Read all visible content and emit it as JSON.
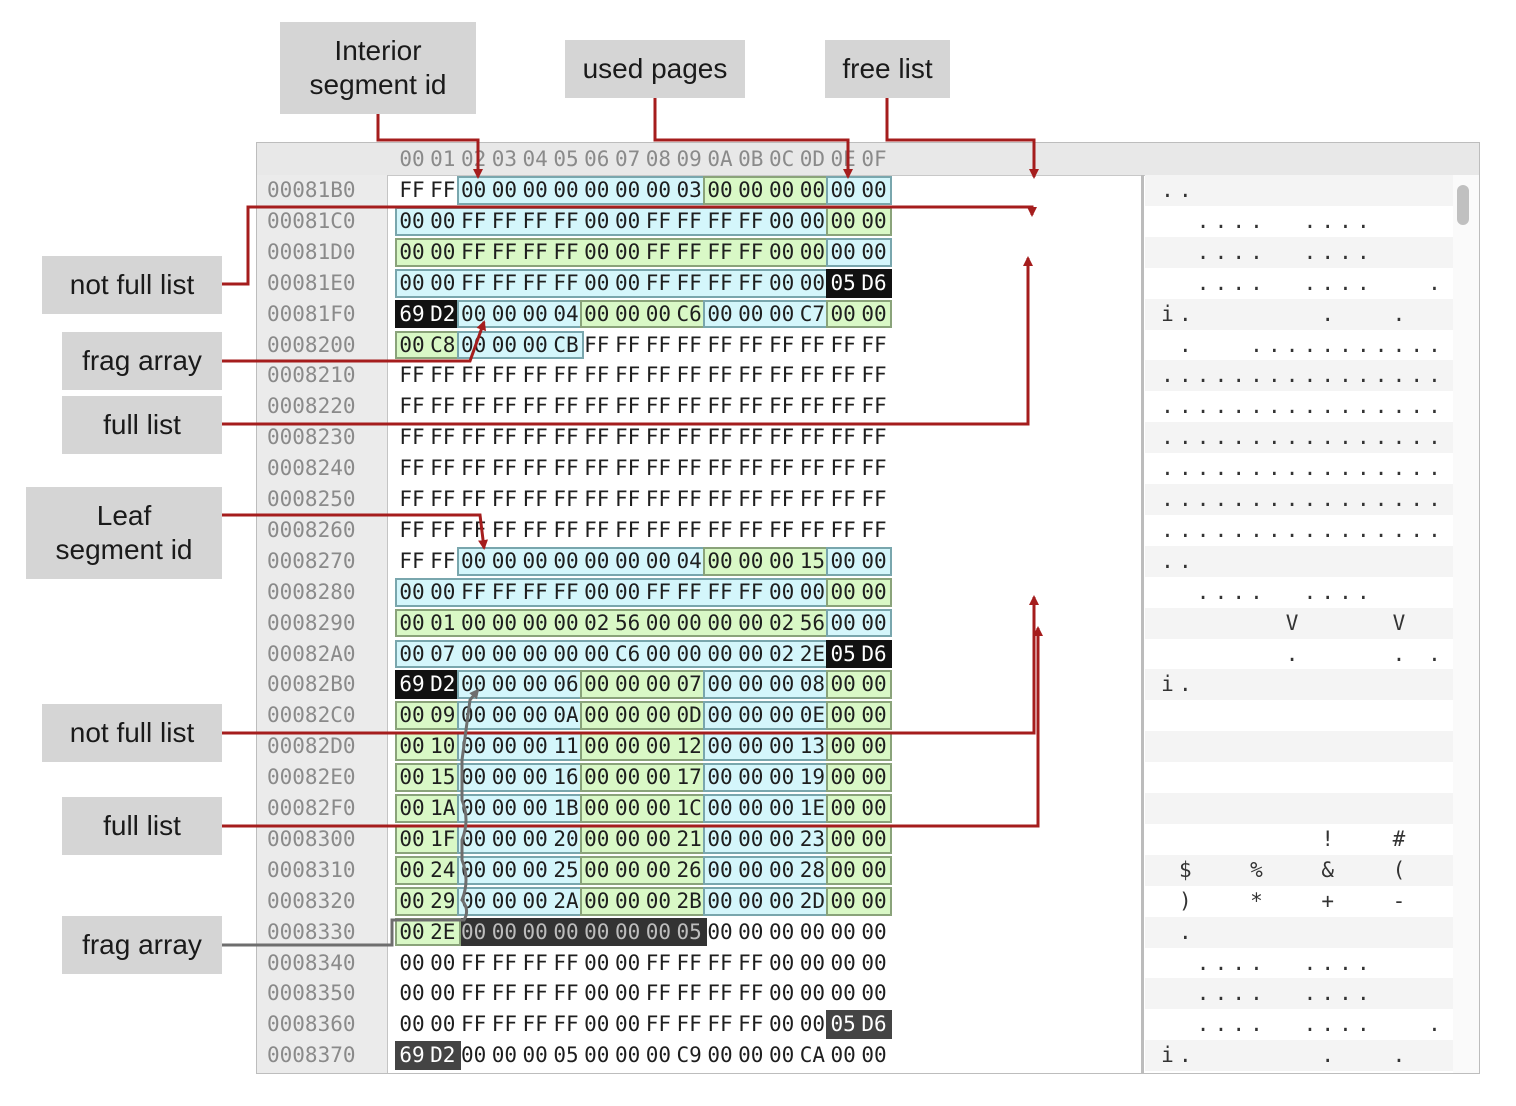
{
  "annotations": {
    "top": [
      {
        "name": "label-interior-segment-id",
        "text": "Interior\nsegment id"
      },
      {
        "name": "label-used-pages",
        "text": "used pages"
      },
      {
        "name": "label-free-list",
        "text": "free list"
      }
    ],
    "left": [
      {
        "name": "label-not-full-list",
        "text": "not full list"
      },
      {
        "name": "label-frag-array",
        "text": "frag array"
      },
      {
        "name": "label-full-list",
        "text": "full list"
      },
      {
        "name": "label-leaf-segment-id",
        "text": "Leaf\nsegment id"
      },
      {
        "name": "label-not-full-list-2",
        "text": "not full list"
      },
      {
        "name": "label-full-list-2",
        "text": "full list"
      },
      {
        "name": "label-frag-array-2",
        "text": "frag array"
      }
    ]
  },
  "colors": {
    "arrow": "#a51d1d",
    "frag_pointer": "#6e6e6e",
    "cyan_fill": "#d4f6fb",
    "green_fill": "#d9f8c6"
  },
  "hex_view": {
    "columns": [
      "00",
      "01",
      "02",
      "03",
      "04",
      "05",
      "06",
      "07",
      "08",
      "09",
      "0A",
      "0B",
      "0C",
      "0D",
      "0E",
      "0F"
    ],
    "rows": [
      {
        "addr": "00081B0",
        "bytes": [
          "FF",
          "FF",
          "00",
          "00",
          "00",
          "00",
          "00",
          "00",
          "00",
          "03",
          "00",
          "00",
          "00",
          "00",
          "00",
          "00"
        ],
        "ascii": [
          ".",
          ".",
          " ",
          " ",
          " ",
          " ",
          " ",
          " ",
          " ",
          " ",
          " ",
          " ",
          " ",
          " ",
          " ",
          " "
        ]
      },
      {
        "addr": "00081C0",
        "bytes": [
          "00",
          "00",
          "FF",
          "FF",
          "FF",
          "FF",
          "00",
          "00",
          "FF",
          "FF",
          "FF",
          "FF",
          "00",
          "00",
          "00",
          "00"
        ],
        "ascii": [
          " ",
          " ",
          ".",
          ".",
          ".",
          ".",
          " ",
          " ",
          ".",
          ".",
          ".",
          ".",
          " ",
          " ",
          " ",
          " "
        ]
      },
      {
        "addr": "00081D0",
        "bytes": [
          "00",
          "00",
          "FF",
          "FF",
          "FF",
          "FF",
          "00",
          "00",
          "FF",
          "FF",
          "FF",
          "FF",
          "00",
          "00",
          "00",
          "00"
        ],
        "ascii": [
          " ",
          " ",
          ".",
          ".",
          ".",
          ".",
          " ",
          " ",
          ".",
          ".",
          ".",
          ".",
          " ",
          " ",
          " ",
          " "
        ]
      },
      {
        "addr": "00081E0",
        "bytes": [
          "00",
          "00",
          "FF",
          "FF",
          "FF",
          "FF",
          "00",
          "00",
          "FF",
          "FF",
          "FF",
          "FF",
          "00",
          "00",
          "05",
          "D6"
        ],
        "ascii": [
          " ",
          " ",
          ".",
          ".",
          ".",
          ".",
          " ",
          " ",
          ".",
          ".",
          ".",
          ".",
          " ",
          " ",
          " ",
          "."
        ]
      },
      {
        "addr": "00081F0",
        "bytes": [
          "69",
          "D2",
          "00",
          "00",
          "00",
          "04",
          "00",
          "00",
          "00",
          "C6",
          "00",
          "00",
          "00",
          "C7",
          "00",
          "00"
        ],
        "ascii": [
          "i",
          ".",
          " ",
          " ",
          " ",
          " ",
          " ",
          " ",
          " ",
          ".",
          " ",
          " ",
          " ",
          ".",
          " ",
          " "
        ]
      },
      {
        "addr": "0008200",
        "bytes": [
          "00",
          "C8",
          "00",
          "00",
          "00",
          "CB",
          "FF",
          "FF",
          "FF",
          "FF",
          "FF",
          "FF",
          "FF",
          "FF",
          "FF",
          "FF"
        ],
        "ascii": [
          " ",
          ".",
          " ",
          " ",
          " ",
          ".",
          ".",
          ".",
          ".",
          ".",
          ".",
          ".",
          ".",
          ".",
          ".",
          "."
        ]
      },
      {
        "addr": "0008210",
        "bytes": [
          "FF",
          "FF",
          "FF",
          "FF",
          "FF",
          "FF",
          "FF",
          "FF",
          "FF",
          "FF",
          "FF",
          "FF",
          "FF",
          "FF",
          "FF",
          "FF"
        ],
        "ascii": [
          ".",
          ".",
          ".",
          ".",
          ".",
          ".",
          ".",
          ".",
          ".",
          ".",
          ".",
          ".",
          ".",
          ".",
          ".",
          "."
        ]
      },
      {
        "addr": "0008220",
        "bytes": [
          "FF",
          "FF",
          "FF",
          "FF",
          "FF",
          "FF",
          "FF",
          "FF",
          "FF",
          "FF",
          "FF",
          "FF",
          "FF",
          "FF",
          "FF",
          "FF"
        ],
        "ascii": [
          ".",
          ".",
          ".",
          ".",
          ".",
          ".",
          ".",
          ".",
          ".",
          ".",
          ".",
          ".",
          ".",
          ".",
          ".",
          "."
        ]
      },
      {
        "addr": "0008230",
        "bytes": [
          "FF",
          "FF",
          "FF",
          "FF",
          "FF",
          "FF",
          "FF",
          "FF",
          "FF",
          "FF",
          "FF",
          "FF",
          "FF",
          "FF",
          "FF",
          "FF"
        ],
        "ascii": [
          ".",
          ".",
          ".",
          ".",
          ".",
          ".",
          ".",
          ".",
          ".",
          ".",
          ".",
          ".",
          ".",
          ".",
          ".",
          "."
        ]
      },
      {
        "addr": "0008240",
        "bytes": [
          "FF",
          "FF",
          "FF",
          "FF",
          "FF",
          "FF",
          "FF",
          "FF",
          "FF",
          "FF",
          "FF",
          "FF",
          "FF",
          "FF",
          "FF",
          "FF"
        ],
        "ascii": [
          ".",
          ".",
          ".",
          ".",
          ".",
          ".",
          ".",
          ".",
          ".",
          ".",
          ".",
          ".",
          ".",
          ".",
          ".",
          "."
        ]
      },
      {
        "addr": "0008250",
        "bytes": [
          "FF",
          "FF",
          "FF",
          "FF",
          "FF",
          "FF",
          "FF",
          "FF",
          "FF",
          "FF",
          "FF",
          "FF",
          "FF",
          "FF",
          "FF",
          "FF"
        ],
        "ascii": [
          ".",
          ".",
          ".",
          ".",
          ".",
          ".",
          ".",
          ".",
          ".",
          ".",
          ".",
          ".",
          ".",
          ".",
          ".",
          "."
        ]
      },
      {
        "addr": "0008260",
        "bytes": [
          "FF",
          "FF",
          "FF",
          "FF",
          "FF",
          "FF",
          "FF",
          "FF",
          "FF",
          "FF",
          "FF",
          "FF",
          "FF",
          "FF",
          "FF",
          "FF"
        ],
        "ascii": [
          ".",
          ".",
          ".",
          ".",
          ".",
          ".",
          ".",
          ".",
          ".",
          ".",
          ".",
          ".",
          ".",
          ".",
          ".",
          "."
        ]
      },
      {
        "addr": "0008270",
        "bytes": [
          "FF",
          "FF",
          "00",
          "00",
          "00",
          "00",
          "00",
          "00",
          "00",
          "04",
          "00",
          "00",
          "00",
          "15",
          "00",
          "00"
        ],
        "ascii": [
          ".",
          ".",
          " ",
          " ",
          " ",
          " ",
          " ",
          " ",
          " ",
          " ",
          " ",
          " ",
          " ",
          " ",
          " ",
          " "
        ]
      },
      {
        "addr": "0008280",
        "bytes": [
          "00",
          "00",
          "FF",
          "FF",
          "FF",
          "FF",
          "00",
          "00",
          "FF",
          "FF",
          "FF",
          "FF",
          "00",
          "00",
          "00",
          "00"
        ],
        "ascii": [
          " ",
          " ",
          ".",
          ".",
          ".",
          ".",
          " ",
          " ",
          ".",
          ".",
          ".",
          ".",
          " ",
          " ",
          " ",
          " "
        ]
      },
      {
        "addr": "0008290",
        "bytes": [
          "00",
          "01",
          "00",
          "00",
          "00",
          "00",
          "02",
          "56",
          "00",
          "00",
          "00",
          "00",
          "02",
          "56",
          "00",
          "00"
        ],
        "ascii": [
          " ",
          " ",
          " ",
          " ",
          " ",
          " ",
          " ",
          "V",
          " ",
          " ",
          " ",
          " ",
          " ",
          "V",
          " ",
          " "
        ]
      },
      {
        "addr": "00082A0",
        "bytes": [
          "00",
          "07",
          "00",
          "00",
          "00",
          "00",
          "00",
          "C6",
          "00",
          "00",
          "00",
          "00",
          "02",
          "2E",
          "05",
          "D6"
        ],
        "ascii": [
          " ",
          " ",
          " ",
          " ",
          " ",
          " ",
          " ",
          ".",
          " ",
          " ",
          " ",
          " ",
          " ",
          ".",
          " ",
          "."
        ]
      },
      {
        "addr": "00082B0",
        "bytes": [
          "69",
          "D2",
          "00",
          "00",
          "00",
          "06",
          "00",
          "00",
          "00",
          "07",
          "00",
          "00",
          "00",
          "08",
          "00",
          "00"
        ],
        "ascii": [
          "i",
          ".",
          " ",
          " ",
          " ",
          " ",
          " ",
          " ",
          " ",
          " ",
          " ",
          " ",
          " ",
          " ",
          " ",
          " "
        ]
      },
      {
        "addr": "00082C0",
        "bytes": [
          "00",
          "09",
          "00",
          "00",
          "00",
          "0A",
          "00",
          "00",
          "00",
          "0D",
          "00",
          "00",
          "00",
          "0E",
          "00",
          "00"
        ],
        "ascii": [
          " ",
          " ",
          " ",
          " ",
          " ",
          " ",
          " ",
          " ",
          " ",
          " ",
          " ",
          " ",
          " ",
          " ",
          " ",
          " "
        ]
      },
      {
        "addr": "00082D0",
        "bytes": [
          "00",
          "10",
          "00",
          "00",
          "00",
          "11",
          "00",
          "00",
          "00",
          "12",
          "00",
          "00",
          "00",
          "13",
          "00",
          "00"
        ],
        "ascii": [
          " ",
          " ",
          " ",
          " ",
          " ",
          " ",
          " ",
          " ",
          " ",
          " ",
          " ",
          " ",
          " ",
          " ",
          " ",
          " "
        ]
      },
      {
        "addr": "00082E0",
        "bytes": [
          "00",
          "15",
          "00",
          "00",
          "00",
          "16",
          "00",
          "00",
          "00",
          "17",
          "00",
          "00",
          "00",
          "19",
          "00",
          "00"
        ],
        "ascii": [
          " ",
          " ",
          " ",
          " ",
          " ",
          " ",
          " ",
          " ",
          " ",
          " ",
          " ",
          " ",
          " ",
          " ",
          " ",
          " "
        ]
      },
      {
        "addr": "00082F0",
        "bytes": [
          "00",
          "1A",
          "00",
          "00",
          "00",
          "1B",
          "00",
          "00",
          "00",
          "1C",
          "00",
          "00",
          "00",
          "1E",
          "00",
          "00"
        ],
        "ascii": [
          " ",
          " ",
          " ",
          " ",
          " ",
          " ",
          " ",
          " ",
          " ",
          " ",
          " ",
          " ",
          " ",
          " ",
          " ",
          " "
        ]
      },
      {
        "addr": "0008300",
        "bytes": [
          "00",
          "1F",
          "00",
          "00",
          "00",
          "20",
          "00",
          "00",
          "00",
          "21",
          "00",
          "00",
          "00",
          "23",
          "00",
          "00"
        ],
        "ascii": [
          " ",
          " ",
          " ",
          " ",
          " ",
          " ",
          " ",
          " ",
          " ",
          "!",
          " ",
          " ",
          " ",
          "#",
          " ",
          " "
        ]
      },
      {
        "addr": "0008310",
        "bytes": [
          "00",
          "24",
          "00",
          "00",
          "00",
          "25",
          "00",
          "00",
          "00",
          "26",
          "00",
          "00",
          "00",
          "28",
          "00",
          "00"
        ],
        "ascii": [
          " ",
          "$",
          " ",
          " ",
          " ",
          "%",
          " ",
          " ",
          " ",
          "&",
          " ",
          " ",
          " ",
          "(",
          " ",
          " "
        ]
      },
      {
        "addr": "0008320",
        "bytes": [
          "00",
          "29",
          "00",
          "00",
          "00",
          "2A",
          "00",
          "00",
          "00",
          "2B",
          "00",
          "00",
          "00",
          "2D",
          "00",
          "00"
        ],
        "ascii": [
          " ",
          ")",
          " ",
          " ",
          " ",
          "*",
          " ",
          " ",
          " ",
          "+",
          " ",
          " ",
          " ",
          "-",
          " ",
          " "
        ]
      },
      {
        "addr": "0008330",
        "bytes": [
          "00",
          "2E",
          "00",
          "00",
          "00",
          "00",
          "00",
          "00",
          "00",
          "05",
          "00",
          "00",
          "00",
          "00",
          "00",
          "00"
        ],
        "ascii": [
          " ",
          ".",
          " ",
          " ",
          " ",
          " ",
          " ",
          " ",
          " ",
          " ",
          " ",
          " ",
          " ",
          " ",
          " ",
          " "
        ]
      },
      {
        "addr": "0008340",
        "bytes": [
          "00",
          "00",
          "FF",
          "FF",
          "FF",
          "FF",
          "00",
          "00",
          "FF",
          "FF",
          "FF",
          "FF",
          "00",
          "00",
          "00",
          "00"
        ],
        "ascii": [
          " ",
          " ",
          ".",
          ".",
          ".",
          ".",
          " ",
          " ",
          ".",
          ".",
          ".",
          ".",
          " ",
          " ",
          " ",
          " "
        ]
      },
      {
        "addr": "0008350",
        "bytes": [
          "00",
          "00",
          "FF",
          "FF",
          "FF",
          "FF",
          "00",
          "00",
          "FF",
          "FF",
          "FF",
          "FF",
          "00",
          "00",
          "00",
          "00"
        ],
        "ascii": [
          " ",
          " ",
          ".",
          ".",
          ".",
          ".",
          " ",
          " ",
          ".",
          ".",
          ".",
          ".",
          " ",
          " ",
          " ",
          " "
        ]
      },
      {
        "addr": "0008360",
        "bytes": [
          "00",
          "00",
          "FF",
          "FF",
          "FF",
          "FF",
          "00",
          "00",
          "FF",
          "FF",
          "FF",
          "FF",
          "00",
          "00",
          "05",
          "D6"
        ],
        "ascii": [
          " ",
          " ",
          ".",
          ".",
          ".",
          ".",
          " ",
          " ",
          ".",
          ".",
          ".",
          ".",
          " ",
          " ",
          " ",
          "."
        ]
      },
      {
        "addr": "0008370",
        "bytes": [
          "69",
          "D2",
          "00",
          "00",
          "00",
          "05",
          "00",
          "00",
          "00",
          "C9",
          "00",
          "00",
          "00",
          "CA",
          "00",
          "00"
        ],
        "ascii": [
          "i",
          ".",
          " ",
          " ",
          " ",
          " ",
          " ",
          " ",
          " ",
          ".",
          " ",
          " ",
          " ",
          ".",
          " ",
          " "
        ]
      }
    ]
  }
}
